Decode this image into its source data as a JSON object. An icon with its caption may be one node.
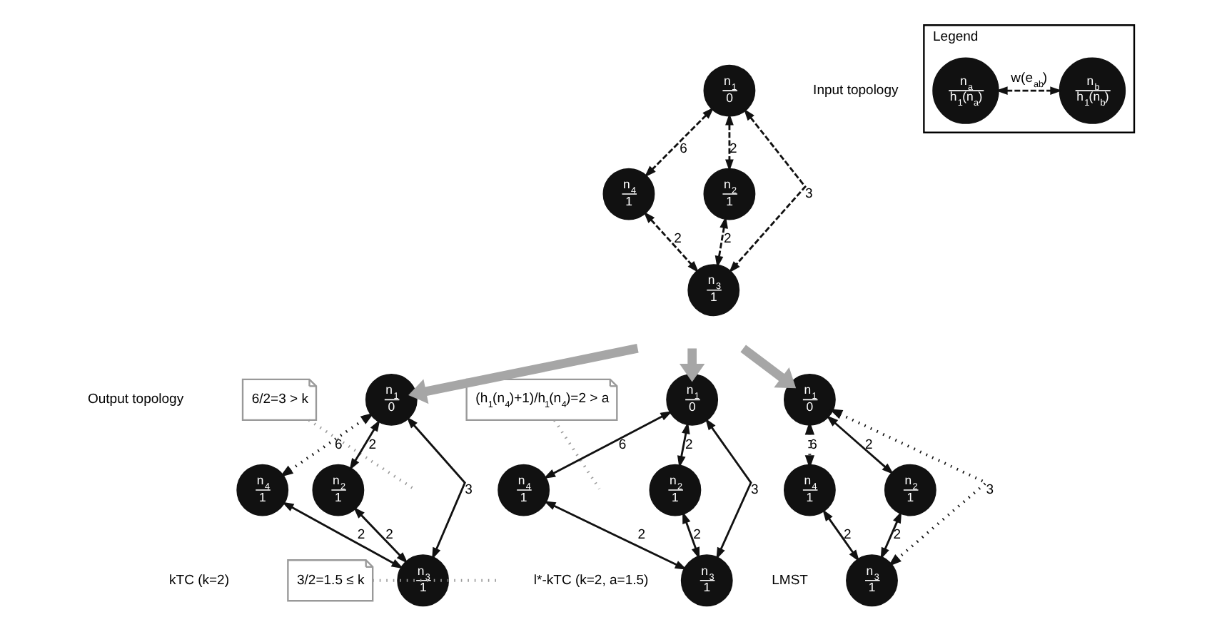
{
  "diagram": {
    "nodes": [
      {
        "text": [
          "n$_{1}$",
          "0"
        ]
      },
      {
        "text": [
          "n$_{2}$",
          "1"
        ]
      },
      {
        "text": [
          "n$_{3}$",
          "1"
        ]
      },
      {
        "text": [
          "n$_{4}$",
          "1"
        ]
      },
      {
        "text": [
          "Legend"
        ]
      },
      {
        "text": [
          "n$_{a}$",
          "h$_{1}$(n$_{a}$)"
        ],
        "in": 4
      },
      {
        "text": [
          "n$_{b}$",
          "h$_{1}$(n$_{b}$)"
        ],
        "in": 4
      },
      {
        "text": [
          "6/2=3 > k"
        ]
      },
      {
        "text": [
          "n$_{1}$",
          "0"
        ]
      },
      {
        "text": [
          "n$_{2}$",
          "1"
        ]
      },
      {
        "text": [
          "n$_{3}$",
          "1"
        ]
      },
      {
        "text": [
          "n$_{4}$",
          "1"
        ]
      },
      {
        "text": [
          "3/2=1.5 ≤ k"
        ]
      },
      {
        "text": [
          "(h$_{1}$(n$_{4}$)+1)/h$_{1}$(n$_{4}$)=2 > a"
        ]
      },
      {
        "text": [
          "n$_{1}$",
          "0"
        ]
      },
      {
        "text": [
          "n$_{2}$",
          "1"
        ]
      },
      {
        "text": [
          "n$_{3}$",
          "1"
        ]
      },
      {
        "text": [
          "n$_{4}$",
          "1"
        ]
      },
      {
        "text": [
          "n$_{1}$",
          "0"
        ]
      },
      {
        "text": [
          "n$_{2}$",
          "1"
        ]
      },
      {
        "text": [
          "n$_{3}$",
          "1"
        ]
      },
      {
        "text": [
          "n$_{4}$",
          "1"
        ]
      }
    ],
    "edges": [
      {
        "from": 0,
        "to": 1,
        "arrow": "both",
        "label": "2",
        "style": "dashed"
      },
      {
        "from": 0,
        "to": 2,
        "arrow": "both",
        "label": "3",
        "style": "dashed"
      },
      {
        "from": 0,
        "to": 3,
        "arrow": "both",
        "label": "6",
        "style": "dashed"
      },
      {
        "from": 1,
        "to": 2,
        "arrow": "both",
        "label": "2",
        "style": "dashed"
      },
      {
        "from": 3,
        "to": 2,
        "arrow": "both",
        "label": "2",
        "style": "dashed"
      },
      {
        "from": 5,
        "to": 6,
        "arrow": "both",
        "label": "w(e$_{ab}$)",
        "style": "dashed"
      },
      {
        "from": null,
        "to": 8,
        "arrow": "to",
        "style": "thick",
        "color": "#a6a6a6"
      },
      {
        "from": null,
        "to": 14,
        "arrow": "to",
        "style": "thick",
        "color": "#a6a6a6"
      },
      {
        "from": null,
        "to": 18,
        "arrow": "to",
        "style": "thick",
        "color": "#a6a6a6"
      },
      {
        "from": 8,
        "to": 9,
        "arrow": "both",
        "label": "2"
      },
      {
        "from": 8,
        "to": 10,
        "arrow": "both",
        "label": "3"
      },
      {
        "from": 8,
        "to": 11,
        "arrow": "both",
        "label": "6",
        "style": "dashed"
      },
      {
        "from": 9,
        "to": 10,
        "arrow": "both",
        "label": "2"
      },
      {
        "from": 11,
        "to": 10,
        "arrow": "both",
        "label": "2"
      },
      {
        "from": 7,
        "to": null,
        "arrow": "none",
        "style": "dashed",
        "color": "#999999"
      },
      {
        "from": 12,
        "to": null,
        "arrow": "none",
        "style": "dashed",
        "color": "#999999"
      },
      {
        "from": 14,
        "to": 15,
        "arrow": "both",
        "label": "2"
      },
      {
        "from": 14,
        "to": 16,
        "arrow": "both",
        "label": "3"
      },
      {
        "from": 14,
        "to": 17,
        "arrow": "both",
        "label": "6"
      },
      {
        "from": 15,
        "to": 16,
        "arrow": "both",
        "label": "2"
      },
      {
        "from": 17,
        "to": 16,
        "arrow": "both",
        "label": "2"
      },
      {
        "from": 13,
        "to": null,
        "arrow": "none",
        "style": "dashed",
        "color": "#999999"
      },
      {
        "from": 18,
        "to": 19,
        "arrow": "both",
        "label": "2"
      },
      {
        "from": 18,
        "to": 20,
        "arrow": "both",
        "label": "3",
        "style": "dashed"
      },
      {
        "from": 18,
        "to": 21,
        "arrow": "both",
        "label": "6",
        "style": "dashed"
      },
      {
        "from": 19,
        "to": 20,
        "arrow": "both",
        "label": "2"
      },
      {
        "from": 21,
        "to": 20,
        "arrow": "both",
        "label": "2"
      }
    ],
    "labels": [
      "Input topology",
      "Output topology",
      "kTC (k=2)",
      "l*-kTC (k=2, a=1.5)",
      "LMST"
    ]
  }
}
